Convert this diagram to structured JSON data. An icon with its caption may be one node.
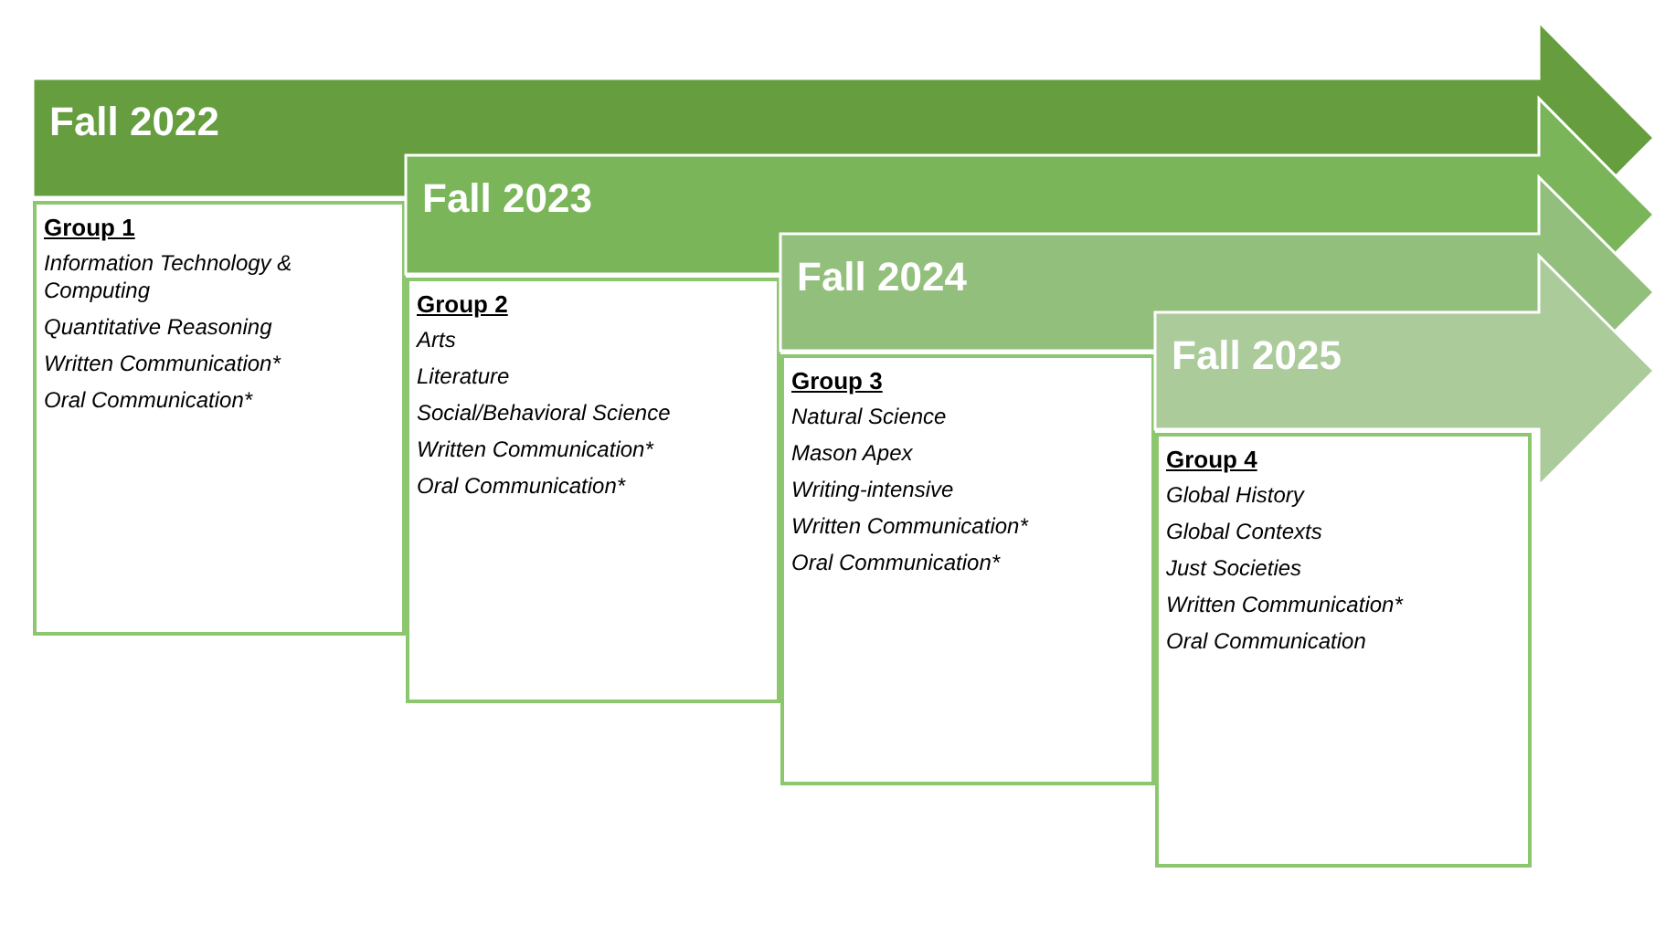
{
  "diagram": {
    "nodes": [
      {
        "text": [
          "Fall 2022"
        ]
      },
      {
        "text": [
          "Group 1",
          "Information Technology & Computing",
          "Quantitative Reasoning",
          "Written Communication*",
          "Oral Communication*"
        ]
      },
      {
        "text": [
          "Fall 2023"
        ]
      },
      {
        "text": [
          "Group 2",
          "Arts",
          "Literature",
          "Social/Behavioral Science",
          "Written Communication*",
          "Oral Communication*"
        ]
      },
      {
        "text": [
          "Fall 2024"
        ]
      },
      {
        "text": [
          "Group 3",
          "Natural Science",
          "Mason Apex",
          "Writing-intensive",
          "Written Communication*",
          "Oral Communication*"
        ]
      },
      {
        "text": [
          "Fall 2025"
        ]
      },
      {
        "text": [
          "Group 4",
          "Global History",
          "Global Contexts",
          "Just Societies",
          "Written Communication*",
          "Oral Communication"
        ]
      }
    ]
  }
}
